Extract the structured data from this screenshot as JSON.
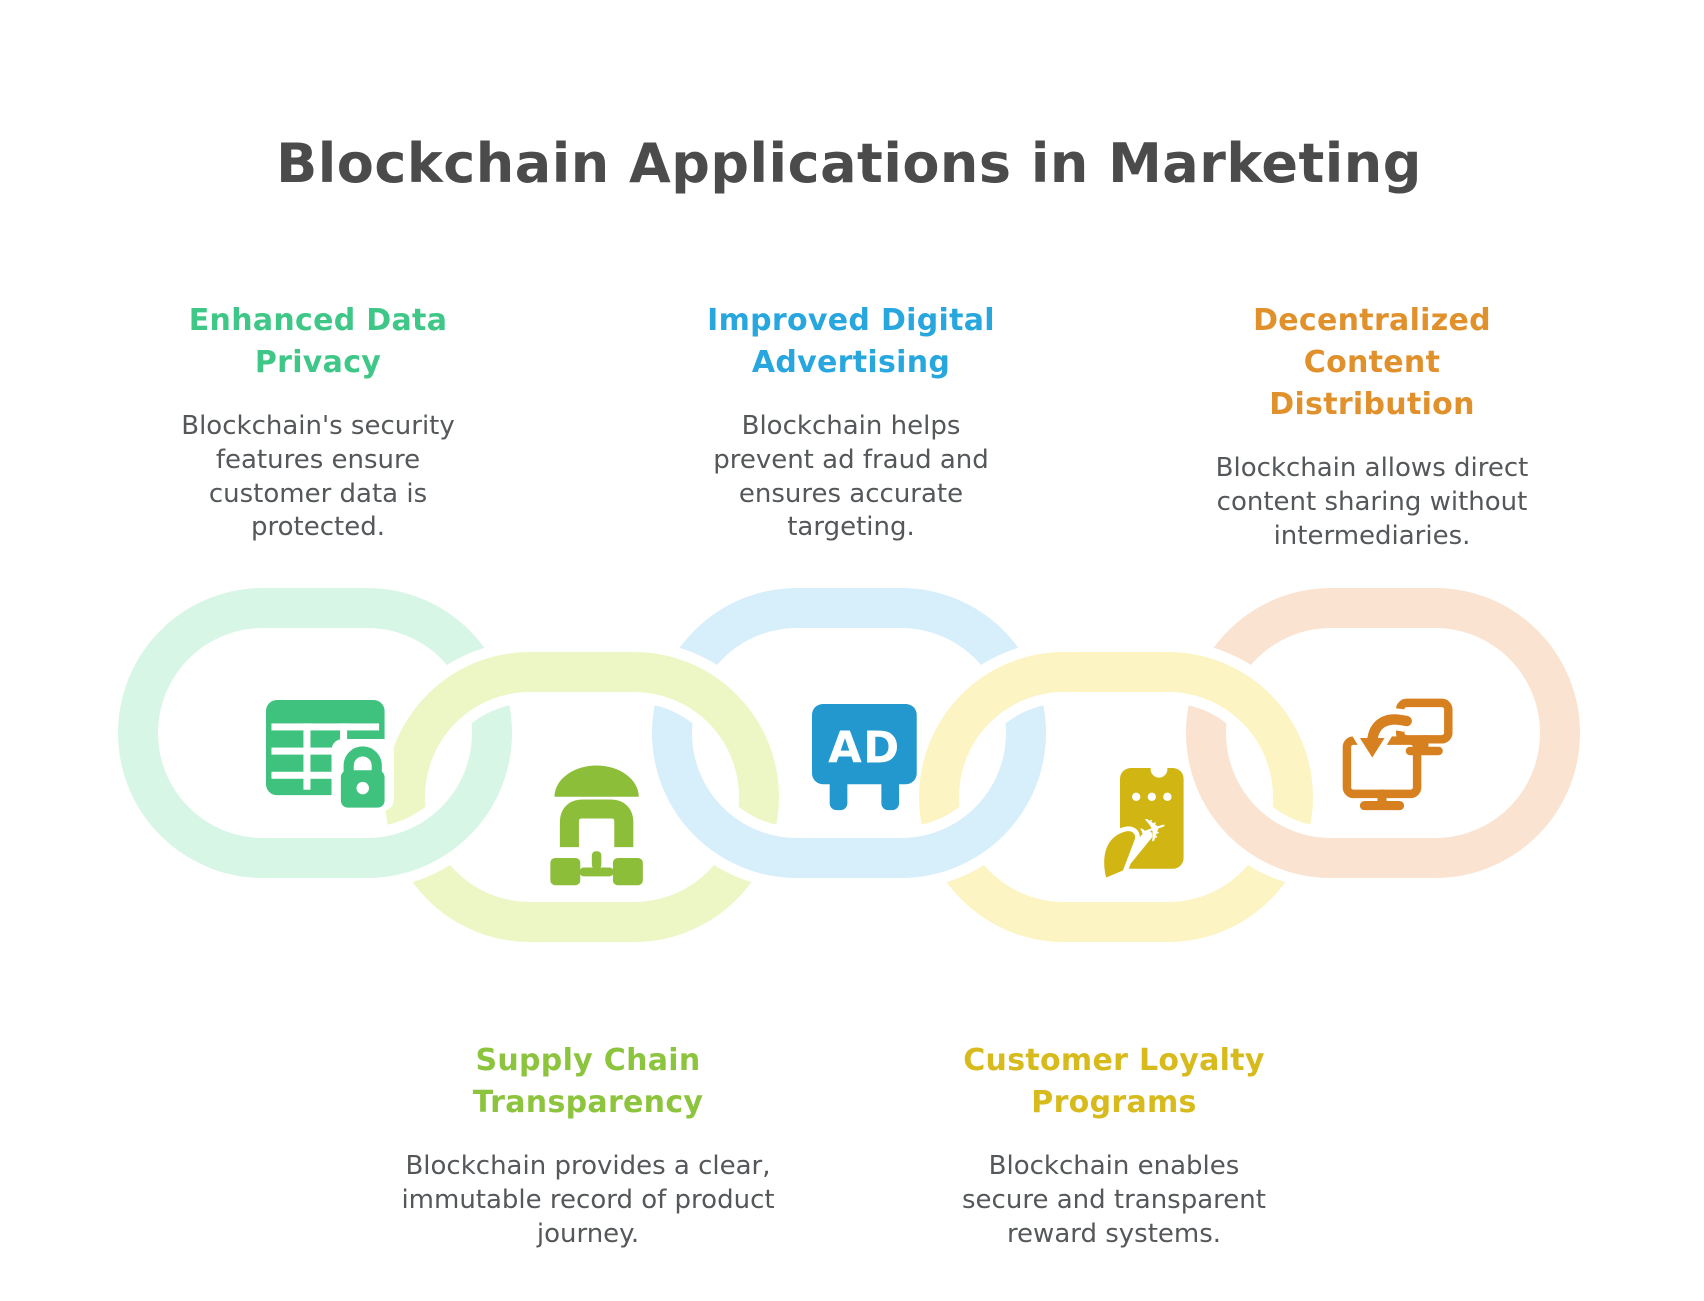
{
  "title": {
    "text": "Blockchain Applications in Marketing",
    "color": "#4b4b4b"
  },
  "body_text_color": "#55585a",
  "background_color": "#ffffff",
  "items": [
    {
      "heading": "Enhanced Data Privacy",
      "description": "Blockchain's security features ensure customer data is protected.",
      "heading_color": "#3ec786",
      "ring_color": "#d7f6e6",
      "icon_color": "#3fc27e",
      "icon": "table-lock-icon"
    },
    {
      "heading": "Supply Chain Transparency",
      "description": "Blockchain provides a clear, immutable record of product journey.",
      "heading_color": "#8cc43d",
      "ring_color": "#ecf7c5",
      "icon_color": "#8cbe3a",
      "icon": "sitemap-icon"
    },
    {
      "heading": "Improved Digital Advertising",
      "description": "Blockchain helps prevent ad fraud and ensures accurate targeting.",
      "heading_color": "#28a7de",
      "ring_color": "#d7eefb",
      "icon_color": "#2398ce",
      "icon": "ad-billboard-icon",
      "icon_label": "AD"
    },
    {
      "heading": "Customer Loyalty Programs",
      "description": "Blockchain enables secure and transparent reward systems.",
      "heading_color": "#d7ba1b",
      "ring_color": "#fdf4c3",
      "icon_color": "#d0b513",
      "icon": "hand-ticket-icon",
      "plane_glyph": "✈"
    },
    {
      "heading": "Decentralized Content Distribution",
      "description": "Blockchain allows direct content sharing without intermediaries.",
      "heading_color": "#e0912c",
      "ring_color": "#fae4d1",
      "icon_color": "#d6801f",
      "icon": "screen-share-icon"
    }
  ]
}
